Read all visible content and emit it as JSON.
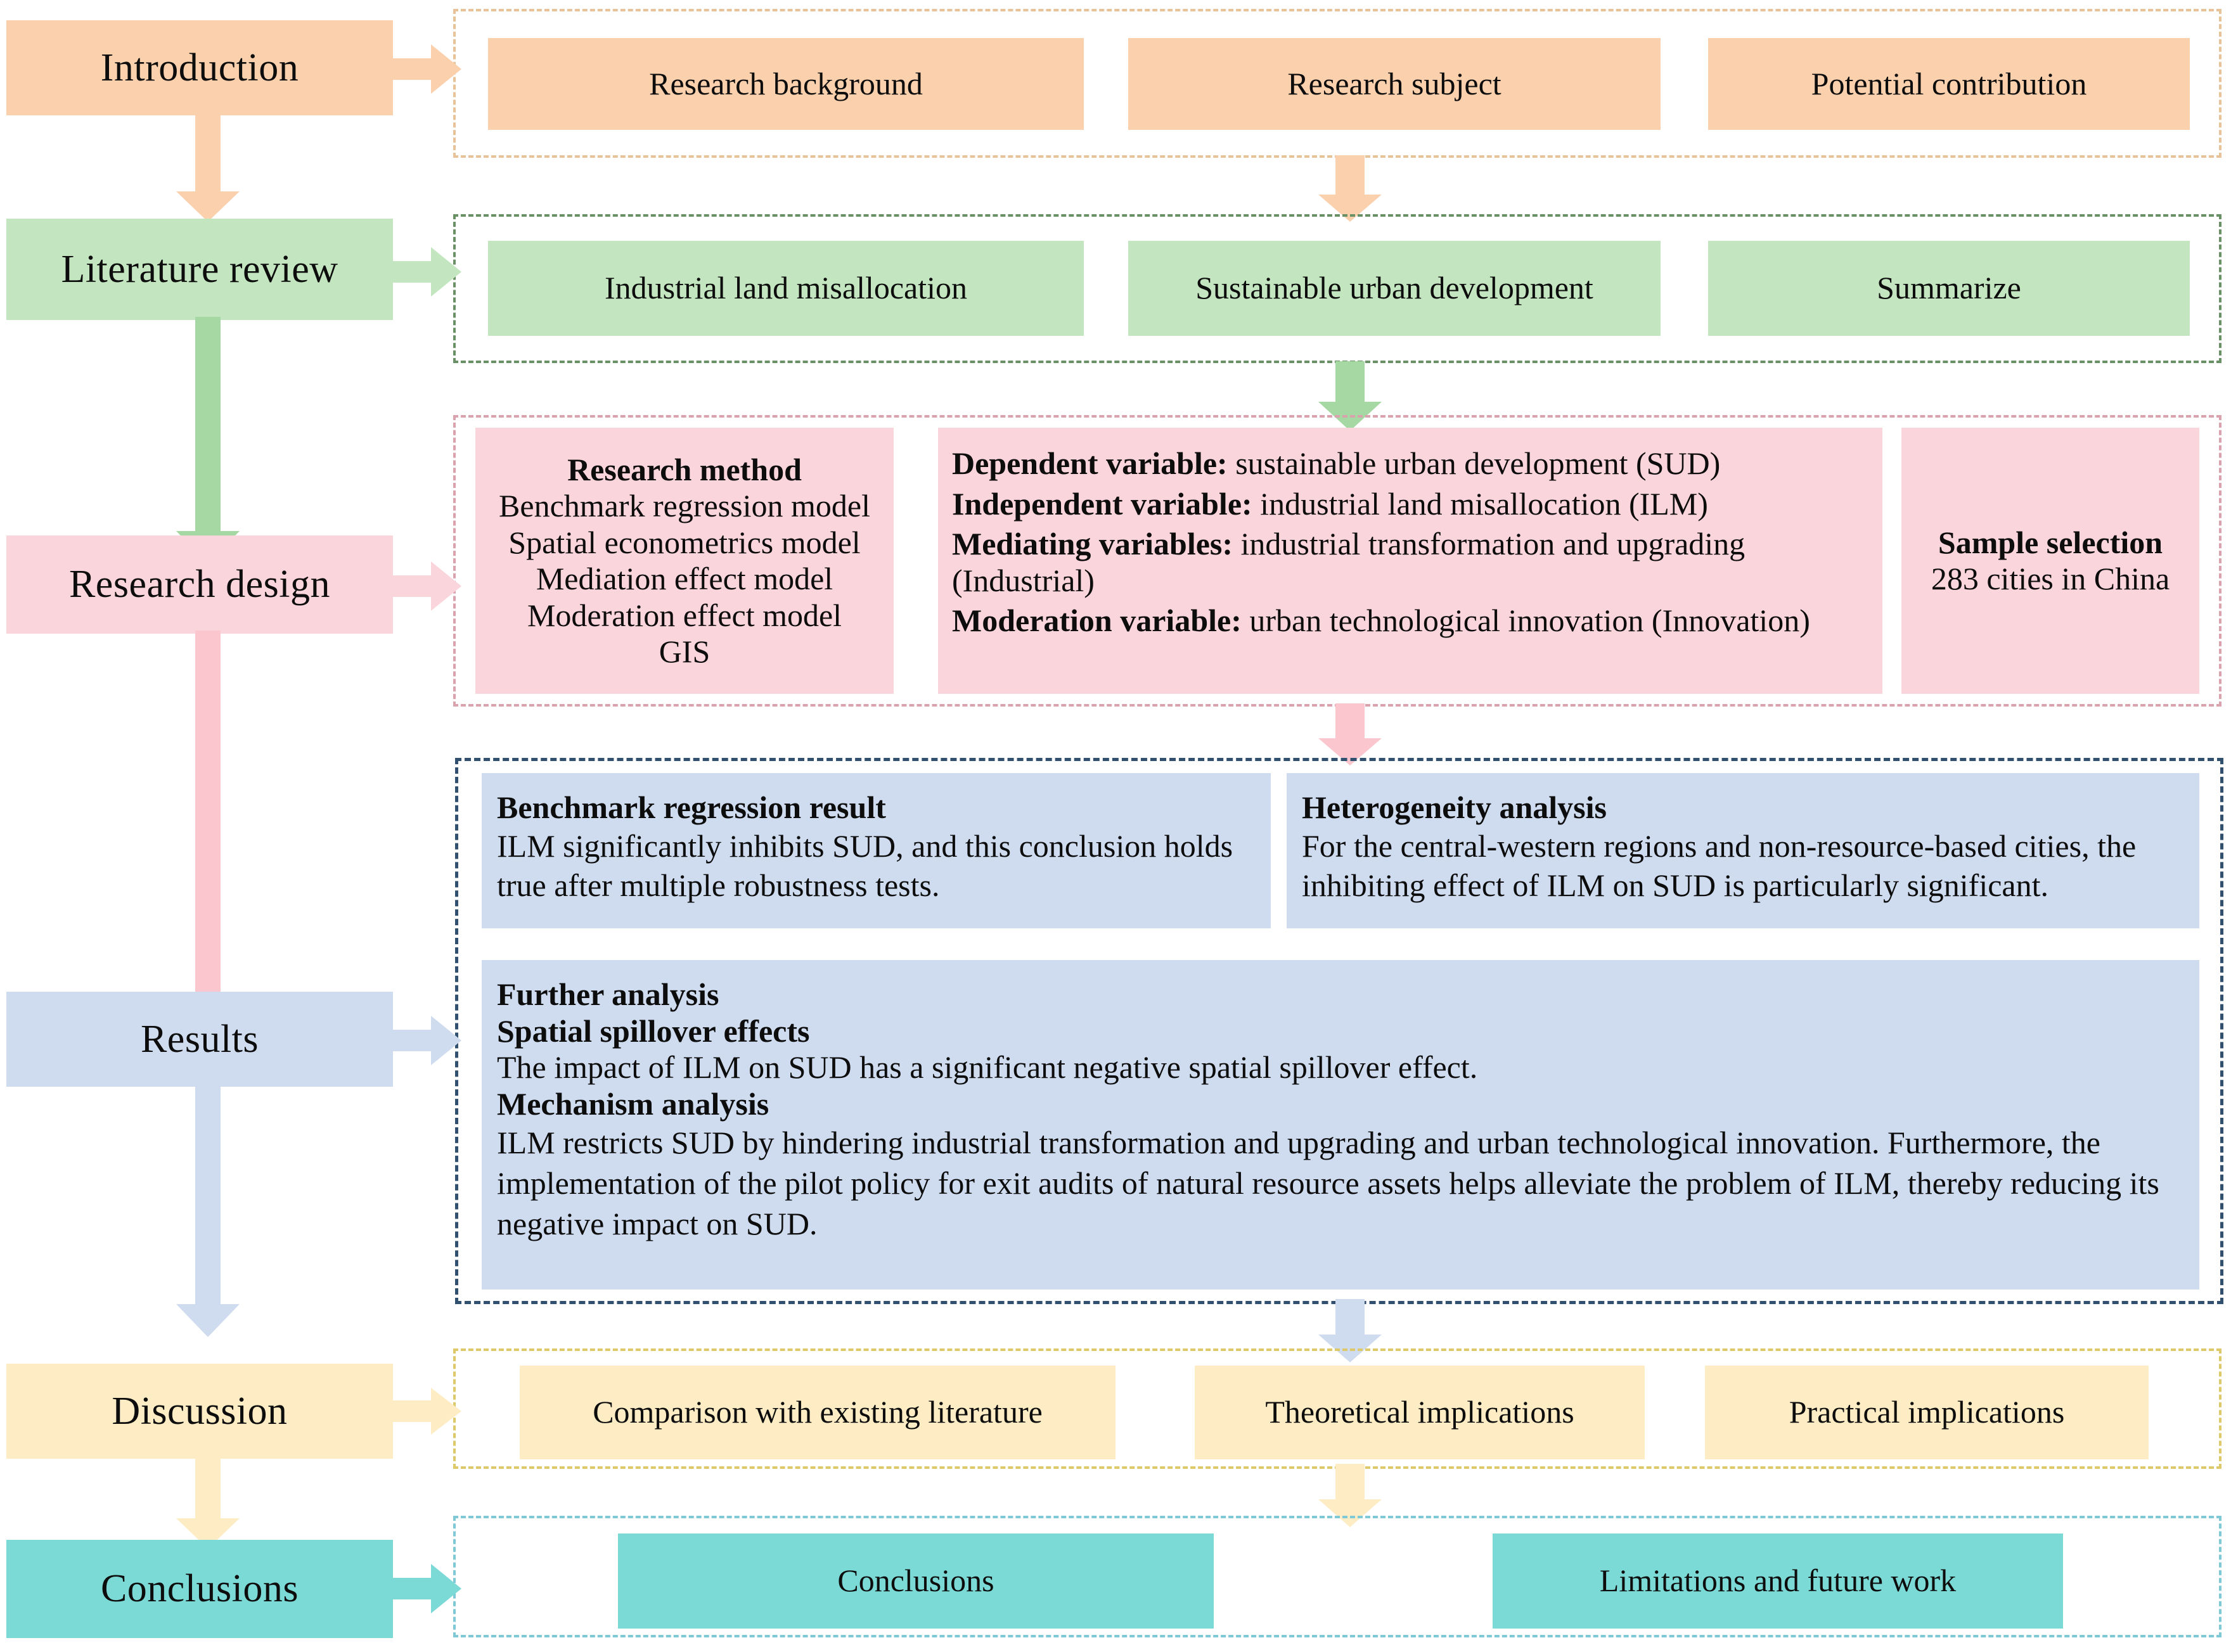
{
  "colors": {
    "orange_fill": "#fad0ad",
    "orange_dash": "#e8c39a",
    "green_fill": "#c3e6c0",
    "green_dash": "#6a9166",
    "pink_fill": "#fbd5dc",
    "pink_dash": "#d9a2ac",
    "blue_fill": "#cfdcef",
    "blue_dash": "#31506f",
    "yellow_fill": "#fdecc4",
    "yellow_dash": "#ddc96a",
    "teal_fill": "#7bd9d6",
    "teal_dash": "#7fc9d6",
    "text": "#0d0d0d"
  },
  "stages": {
    "introduction": "Introduction",
    "literature_review": "Literature review",
    "research_design": "Research design",
    "results": "Results",
    "discussion": "Discussion",
    "conclusions": "Conclusions"
  },
  "introduction_items": [
    "Research background",
    "Research subject",
    "Potential contribution"
  ],
  "literature_items": [
    "Industrial land misallocation",
    "Sustainable urban development",
    "Summarize"
  ],
  "research_design": {
    "method": {
      "title": "Research method",
      "lines": [
        "Benchmark regression model",
        "Spatial econometrics model",
        "Mediation effect model",
        "Moderation effect model",
        "GIS"
      ]
    },
    "variables": [
      {
        "label": "Dependent variable:",
        "value": " sustainable urban development (SUD)"
      },
      {
        "label": "Independent variable:",
        "value": " industrial land misallocation  (ILM)"
      },
      {
        "label": "Mediating variables:",
        "value": " industrial transformation and upgrading (Industrial)"
      },
      {
        "label": "Moderation variable:",
        "value": " urban technological innovation (Innovation)"
      }
    ],
    "sample": {
      "title": "Sample selection",
      "text": "283 cities in China"
    }
  },
  "results": {
    "benchmark": {
      "title": "Benchmark regression result",
      "text": "ILM significantly inhibits SUD, and this conclusion holds true after multiple robustness tests."
    },
    "heterogeneity": {
      "title": "Heterogeneity analysis",
      "text": "For the central-western regions and non-resource-based cities, the inhibiting effect of ILM on SUD is particularly significant."
    },
    "further": {
      "title": "Further analysis",
      "spatial_title": "Spatial spillover effects",
      "spatial_text": "The impact of ILM on SUD has a significant negative spatial spillover effect.",
      "mechanism_title": "Mechanism analysis",
      "mechanism_text": "ILM restricts SUD by hindering industrial transformation and upgrading and urban technological innovation. Furthermore, the implementation of the pilot policy for exit audits of natural resource assets helps alleviate the problem of ILM, thereby reducing its negative impact on SUD."
    }
  },
  "discussion_items": [
    "Comparison with existing literature",
    "Theoretical implications",
    "Practical implications"
  ],
  "conclusions_items": [
    "Conclusions",
    "Limitations and future work"
  ]
}
